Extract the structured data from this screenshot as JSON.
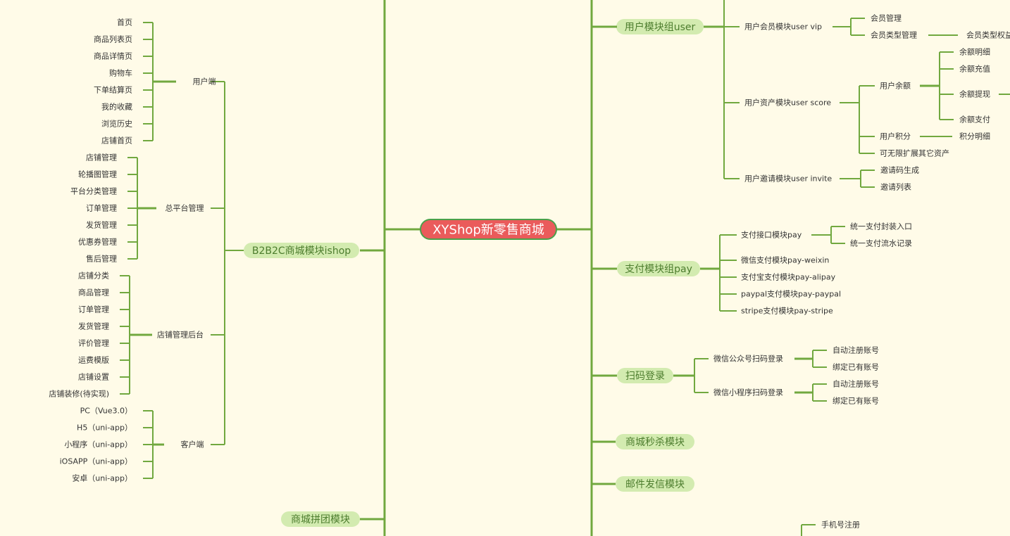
{
  "root": {
    "label": "XYShop新零售商城"
  },
  "colors": {
    "branch": "#71a83f",
    "pill_fill": "#d3ebb0",
    "pill_text": "#4d7d2e",
    "root_fill": "#ea5b5b",
    "root_border": "#4aa04a",
    "background": "#fffbe8"
  },
  "left": {
    "ishop": {
      "label": "B2B2C商城模块ishop",
      "groups": [
        {
          "label": "用户端",
          "items": [
            "首页",
            "商品列表页",
            "商品详情页",
            "购物车",
            "下单结算页",
            "我的收藏",
            "浏览历史",
            "店铺首页"
          ]
        },
        {
          "label": "总平台管理",
          "items": [
            "店铺管理",
            "轮播图管理",
            "平台分类管理",
            "订单管理",
            "发货管理",
            "优惠券管理",
            "售后管理"
          ]
        },
        {
          "label": "店铺管理后台",
          "items": [
            "店铺分类",
            "商品管理",
            "订单管理",
            "发货管理",
            "评价管理",
            "运费模版",
            "店铺设置",
            "店铺装修(待实现)"
          ]
        },
        {
          "label": "客户端",
          "items": [
            "PC（Vue3.0）",
            "H5（uni-app）",
            "小程序（uni-app）",
            "iOSAPP（uni-app）",
            "安卓（uni-app）"
          ]
        }
      ]
    },
    "pintuan": {
      "label": "商城拼团模块"
    }
  },
  "right": {
    "user": {
      "label": "用户模块组user",
      "vip": {
        "label": "用户会员模块user vip",
        "items": [
          "会员管理",
          "会员类型管理"
        ],
        "sub": "会员类型权益"
      },
      "score": {
        "label": "用户资产模块user score",
        "balance": {
          "label": "用户余额",
          "items": [
            "余额明细",
            "余额充值",
            "余额提现",
            "余额支付"
          ]
        },
        "points": {
          "label": "用户积分",
          "item": "积分明细"
        },
        "extend": "可无限扩展其它资产"
      },
      "invite": {
        "label": "用户邀请模块user invite",
        "items": [
          "邀请码生成",
          "邀请列表"
        ]
      }
    },
    "pay": {
      "label": "支付模块组pay",
      "api": {
        "label": "支付接口模块pay",
        "items": [
          "统一支付封装入口",
          "统一支付流水记录"
        ]
      },
      "items": [
        "微信支付模块pay-weixin",
        "支付宝支付模块pay-alipay",
        "paypal支付模块pay-paypal",
        "stripe支付模块pay-stripe"
      ]
    },
    "scan": {
      "label": "扫码登录",
      "groups": [
        {
          "label": "微信公众号扫码登录",
          "items": [
            "自动注册账号",
            "绑定已有账号"
          ]
        },
        {
          "label": "微信小程序扫码登录",
          "items": [
            "自动注册账号",
            "绑定已有账号"
          ]
        }
      ]
    },
    "seckill": {
      "label": "商城秒杀模块"
    },
    "mail": {
      "label": "邮件发信模块"
    },
    "phone": {
      "label": "手机号注册"
    }
  }
}
